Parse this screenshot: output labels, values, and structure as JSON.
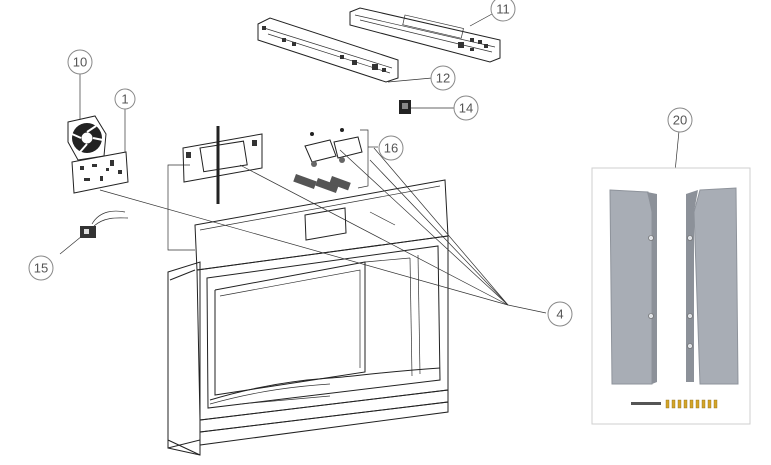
{
  "callouts": [
    {
      "id": "c10",
      "label": "10"
    },
    {
      "id": "c1",
      "label": "1"
    },
    {
      "id": "c11",
      "label": "11"
    },
    {
      "id": "c12",
      "label": "12"
    },
    {
      "id": "c14",
      "label": "14"
    },
    {
      "id": "c16",
      "label": "16"
    },
    {
      "id": "c15",
      "label": "15"
    },
    {
      "id": "c4",
      "label": "4"
    },
    {
      "id": "c20",
      "label": "20"
    }
  ],
  "colors": {
    "callout_circle": "#888888",
    "callout_text": "#555555",
    "panel_gray": "#a8adb5",
    "screw_gold": "#d4a52a"
  }
}
